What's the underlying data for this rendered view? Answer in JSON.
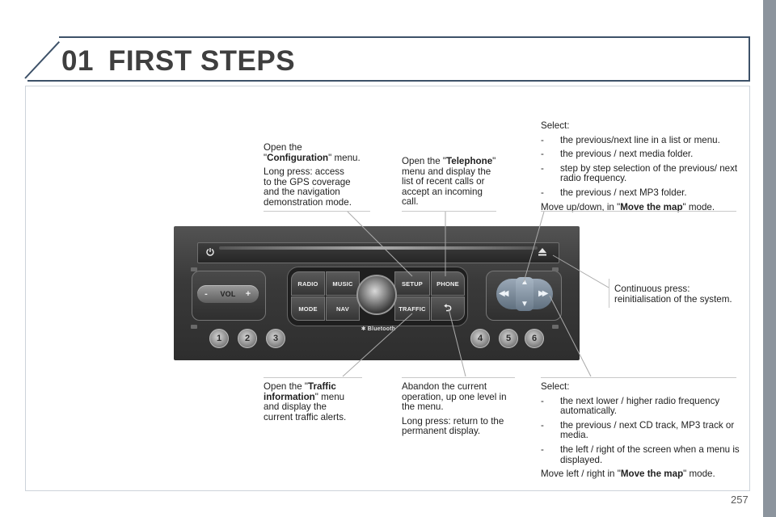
{
  "header": {
    "chapter": "01",
    "title": "FIRST STEPS"
  },
  "page_number": "257",
  "callouts": {
    "configuration": {
      "line1": "Open the",
      "quote_open": "\"",
      "bold": "Configuration",
      "line2_rest": "\" menu.",
      "p2": [
        "Long press: access",
        "to the GPS coverage",
        "and the navigation",
        "demonstration mode."
      ]
    },
    "telephone": {
      "pre": "Open the \"",
      "bold": "Telephone",
      "post": "\"",
      "lines": [
        "menu and display the",
        "list of recent calls or",
        "accept an incoming",
        "call."
      ]
    },
    "select_updown": {
      "heading": "Select:",
      "items": [
        "the previous/next line in a list or menu.",
        "the previous / next media folder.",
        "step by step selection of the previous/ next radio frequency.",
        "the previous / next MP3 folder."
      ],
      "footer_pre": "Move up/down, in \"",
      "footer_bold": "Move the map",
      "footer_post": "\" mode."
    },
    "reinit": {
      "lines": [
        "Continuous press:",
        "reinitialisation of the system."
      ]
    },
    "traffic": {
      "pre": "Open the \"",
      "bold1": "Traffic",
      "bold2": "information",
      "post": "\" menu",
      "lines": [
        "and display the",
        "current traffic alerts."
      ]
    },
    "abandon": {
      "p1": [
        "Abandon the current",
        "operation, up one level in",
        "the menu."
      ],
      "p2": [
        "Long press: return to the",
        "permanent display."
      ]
    },
    "select_leftright": {
      "heading": "Select:",
      "items": [
        "the next lower / higher radio frequency automatically.",
        "the previous / next CD track, MP3 track or media.",
        "the left / right of the screen when a menu is displayed."
      ],
      "footer_pre": "Move left / right in \"",
      "footer_bold": "Move the map",
      "footer_post": "\" mode."
    }
  },
  "radio": {
    "vol_label": "VOL",
    "vol_minus": "-",
    "vol_plus": "+",
    "buttons": {
      "radio": "RADIO",
      "music": "MUSIC",
      "setup": "SETUP",
      "phone": "PHONE",
      "mode": "MODE",
      "nav": "NAV",
      "traffic": "TRAFFIC",
      "back": "⮌"
    },
    "bluetooth": "Bluetooth",
    "presets": [
      "1",
      "2",
      "3",
      "4",
      "5",
      "6"
    ],
    "power_icon": "power-icon",
    "eject_icon": "eject-icon"
  },
  "colors": {
    "header_rule": "#3d5168",
    "side_bar": "#8c949d",
    "dpad": "#7c8c9c"
  }
}
